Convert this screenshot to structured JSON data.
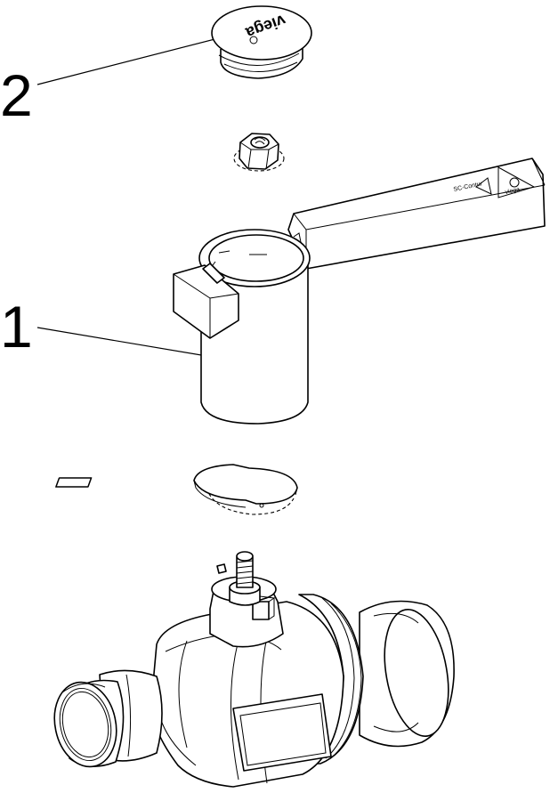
{
  "callouts": [
    {
      "label": "2",
      "target": "cap"
    },
    {
      "label": "1",
      "target": "lever-handle"
    }
  ],
  "cap_logo_text": "viega",
  "handle_logo_text": "viega",
  "handle_mark_text": "SC-Contur"
}
